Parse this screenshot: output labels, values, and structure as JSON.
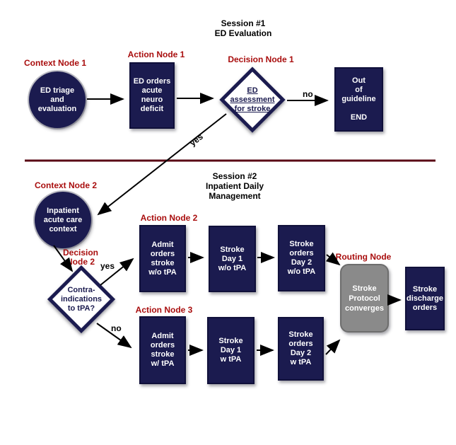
{
  "titles": {
    "session1": "Session #1\nED Evaluation",
    "session2": "Session #2\nInpatient Daily\nManagement"
  },
  "labels": {
    "context1": "Context Node 1",
    "action1": "Action Node 1",
    "decision1": "Decision Node 1",
    "context2": "Context Node 2",
    "decision2": "Decision\nNode 2",
    "action2": "Action Node 2",
    "action3": "Action Node 3",
    "routing": "Routing Node"
  },
  "nodes": {
    "ed_triage": "ED triage\nand\nevaluation",
    "ed_orders": "ED orders\nacute\nneuro\ndeficit",
    "ed_assessment": "ED\nassessment\nfor stroke",
    "out_of_guideline": "Out\nof\nguideline\n\nEND",
    "inpatient_context": "Inpatient\nacute care\ncontext",
    "contraindications": "Contra-\nindications\nto tPA?",
    "admit_wo_tpa": "Admit\norders\nstroke\nw/o tPA",
    "day1_wo_tpa": "Stroke\nDay 1\nw/o tPA",
    "day2_wo_tpa": "Stroke\norders\nDay 2\nw/o tPA",
    "admit_w_tpa": "Admit\norders\nstroke\nw/ tPA",
    "day1_w_tpa": "Stroke\nDay 1\nw tPA",
    "day2_w_tpa": "Stroke\norders\nDay 2\nw tPA",
    "protocol_converges": "Stroke\nProtocol\nconverges",
    "discharge": "Stroke\ndischarge\norders"
  },
  "edge_labels": {
    "no1": "no",
    "yes1": "yes",
    "yes2": "yes",
    "no2": "no"
  },
  "colors": {
    "node_navy": "#1b1b4f",
    "label_red": "#a90e0e",
    "divider_maroon": "#5a0a14",
    "routing_gray": "#8a8a8a",
    "text_white": "#ffffff",
    "arrow_black": "#000000"
  }
}
